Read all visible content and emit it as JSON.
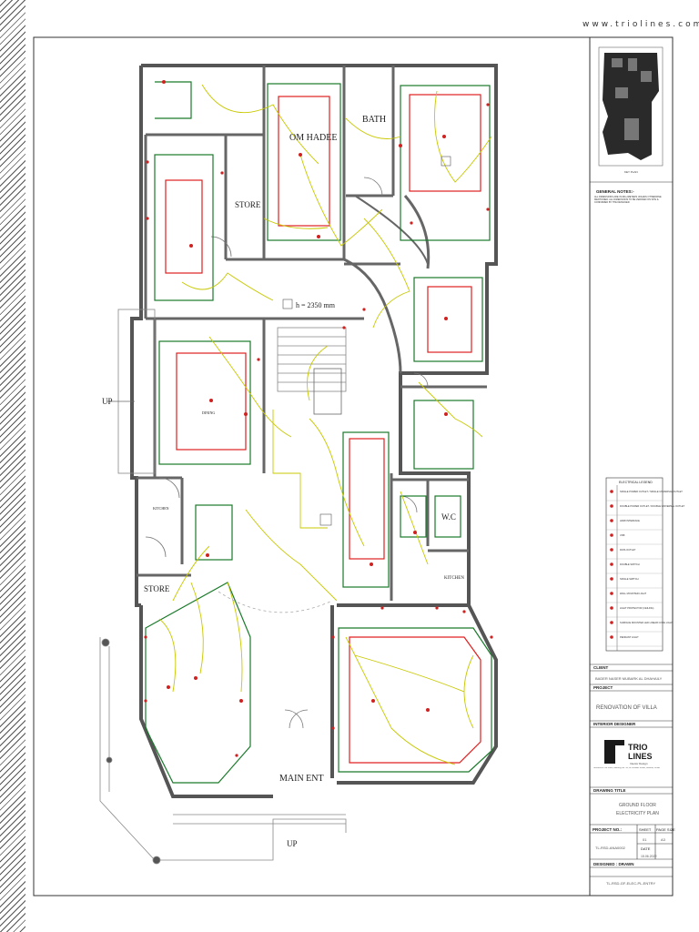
{
  "header": {
    "url": "www.triolines.com"
  },
  "plan": {
    "rooms": {
      "om_hadee": "OM HADEE",
      "bath": "BATH",
      "store_upper": "STORE",
      "store_lower": "STORE",
      "wc": "W.C",
      "kitchen_left": "KITCHEN",
      "kitchen_right": "KITCHEN",
      "main_ent": "MAIN ENT",
      "dining": "DINING"
    },
    "dimension": "h = 2350 mm",
    "up_left": "UP",
    "up_bottom": "UP"
  },
  "title_block": {
    "key_plan_label": "KEY PLAN",
    "general_notes_title": "GENERAL NOTES:-",
    "general_notes_text": "ALL DIMENSIONS ARE IN MILLIMETERS UNLESS OTHERWISE MENTIONED. ALL DIMENSIONS TO BE VERIFIED ON SITE & CONFIRMED BY THE DESIGNER.",
    "legend_title": "ELECTRICAL LEGEND",
    "legend": [
      "SINGLE POWER OUTLET / SINGLE UNIVERSAL OUTLET",
      "DOUBLE POWER OUTLET / DOUBLE UNIVERSAL OUTLET",
      "HDMI INTERFACE",
      "USB",
      "DATA OUTLET",
      "DOUBLE SWITCH",
      "SINGLE SWITCH",
      "WALL MOUNTED LIGHT",
      "LIGHT PROTECTOR (CEILING)",
      "SURFACE MOUNTED LED LINEAR COVE LIGHT",
      "PENDANT LIGHT"
    ],
    "client_label": "CLIENT",
    "client_name": "BADER NASER MUBARK AL DHAHAILY",
    "project_label": "PROJECT",
    "project_name": "RENOVATION OF VILLA",
    "designer_label": "INTERIOR DESIGNER",
    "logo_top": "TRIO",
    "logo_bottom": "LINES",
    "logo_tagline": "Interior Design",
    "designer_address": "Showroom: 1st Floor, Building No. 12, Al Khuwair Street, Muscat, Oman",
    "drawing_title_label": "DRAWING TITLE",
    "drawing_title_1": "GROUND FLOOR",
    "drawing_title_2": "ELECTRICITY PLAN",
    "project_no_label": "PROJECT NO.:",
    "project_no": "TL-RSD-ANA0002",
    "sheet_label": "SHEET",
    "page_size_label": "PAGE SIZE",
    "sheet_no": "01",
    "page_size": "A3",
    "date_label": "DATE",
    "date_value": "15.06.2022",
    "designed_label": "DESIGNED : DRAWN",
    "drawing_code": "TL-RSD-GF-ELEC-PL-ENTRY"
  }
}
